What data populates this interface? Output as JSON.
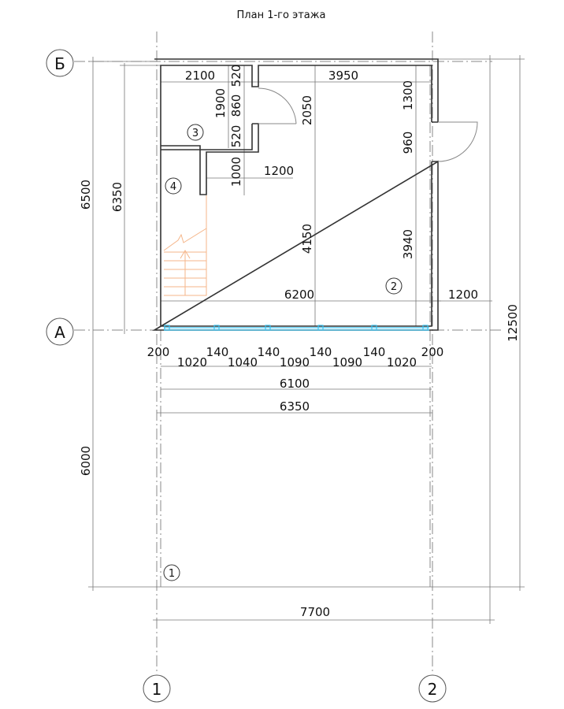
{
  "title": "План 1-го этажа",
  "axes": {
    "b": "Б",
    "a": "А",
    "one": "1",
    "two": "2"
  },
  "rooms": [
    "1",
    "2",
    "3",
    "4"
  ],
  "dims": {
    "top_left_width": "2100",
    "top_right_width": "3950",
    "wall_stub_520_top": "520",
    "door_860": "860",
    "wall_520_bottom": "520",
    "room3_height": "1900",
    "inner_2050": "2050",
    "right_1300": "1300",
    "right_door_960": "960",
    "stub_1000": "1000",
    "stub_1200": "1200",
    "inner_4150": "4150",
    "right_3940": "3940",
    "inner_width_6200": "6200",
    "porch_1200": "1200",
    "outer_6500": "6500",
    "outer_6350_v": "6350",
    "terrace_6000": "6000",
    "total_12500": "12500",
    "bottom_segments": [
      "200",
      "1020",
      "140",
      "1040",
      "140",
      "1090",
      "140",
      "1090",
      "140",
      "1020",
      "200"
    ],
    "width_6100": "6100",
    "width_6350": "6350",
    "width_7700": "7700"
  },
  "colors": {
    "wall": "#333333",
    "stair": "#f5b68a",
    "glazing": "#3fc3f0"
  }
}
